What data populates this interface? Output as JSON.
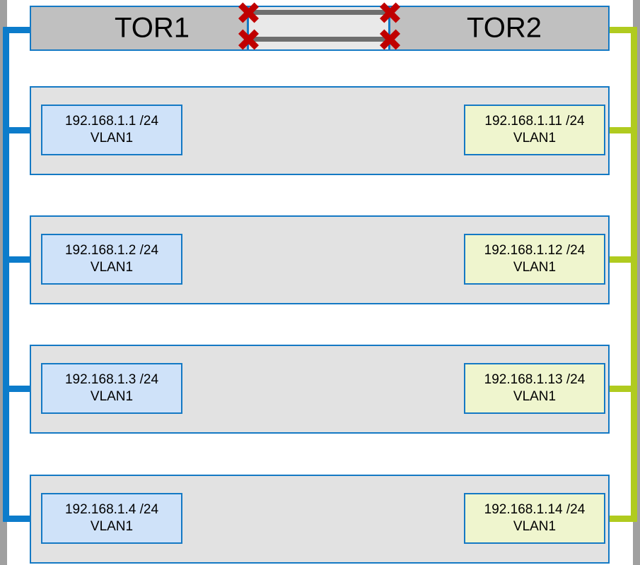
{
  "diagram": {
    "switches": {
      "left": {
        "name": "TOR1"
      },
      "right": {
        "name": "TOR2"
      }
    },
    "interswitch_links": [
      {
        "id": "link-top",
        "status": "failed",
        "marker": "red-x"
      },
      {
        "id": "link-bottom",
        "status": "failed",
        "marker": "red-x"
      }
    ],
    "rows": [
      {
        "left_nic": {
          "ip": "192.168.1.1 /24",
          "vlan": "VLAN1"
        },
        "right_nic": {
          "ip": "192.168.1.11 /24",
          "vlan": "VLAN1"
        }
      },
      {
        "left_nic": {
          "ip": "192.168.1.2 /24",
          "vlan": "VLAN1"
        },
        "right_nic": {
          "ip": "192.168.1.12 /24",
          "vlan": "VLAN1"
        }
      },
      {
        "left_nic": {
          "ip": "192.168.1.3 /24",
          "vlan": "VLAN1"
        },
        "right_nic": {
          "ip": "192.168.1.13 /24",
          "vlan": "VLAN1"
        }
      },
      {
        "left_nic": {
          "ip": "192.168.1.4 /24",
          "vlan": "VLAN1"
        },
        "right_nic": {
          "ip": "192.168.1.14 /24",
          "vlan": "VLAN1"
        }
      }
    ],
    "colors": {
      "left_trunk": "#0C7CCB",
      "right_trunk": "#B0CB1F",
      "switch_fill": "#C0C0C0",
      "row_fill": "#E2E2E2",
      "left_nic_fill": "#CFE2F9",
      "right_nic_fill": "#EFF5CE",
      "border": "#1479C4",
      "link_line": "#6E6E6E",
      "failure_marker": "#C00000"
    }
  }
}
